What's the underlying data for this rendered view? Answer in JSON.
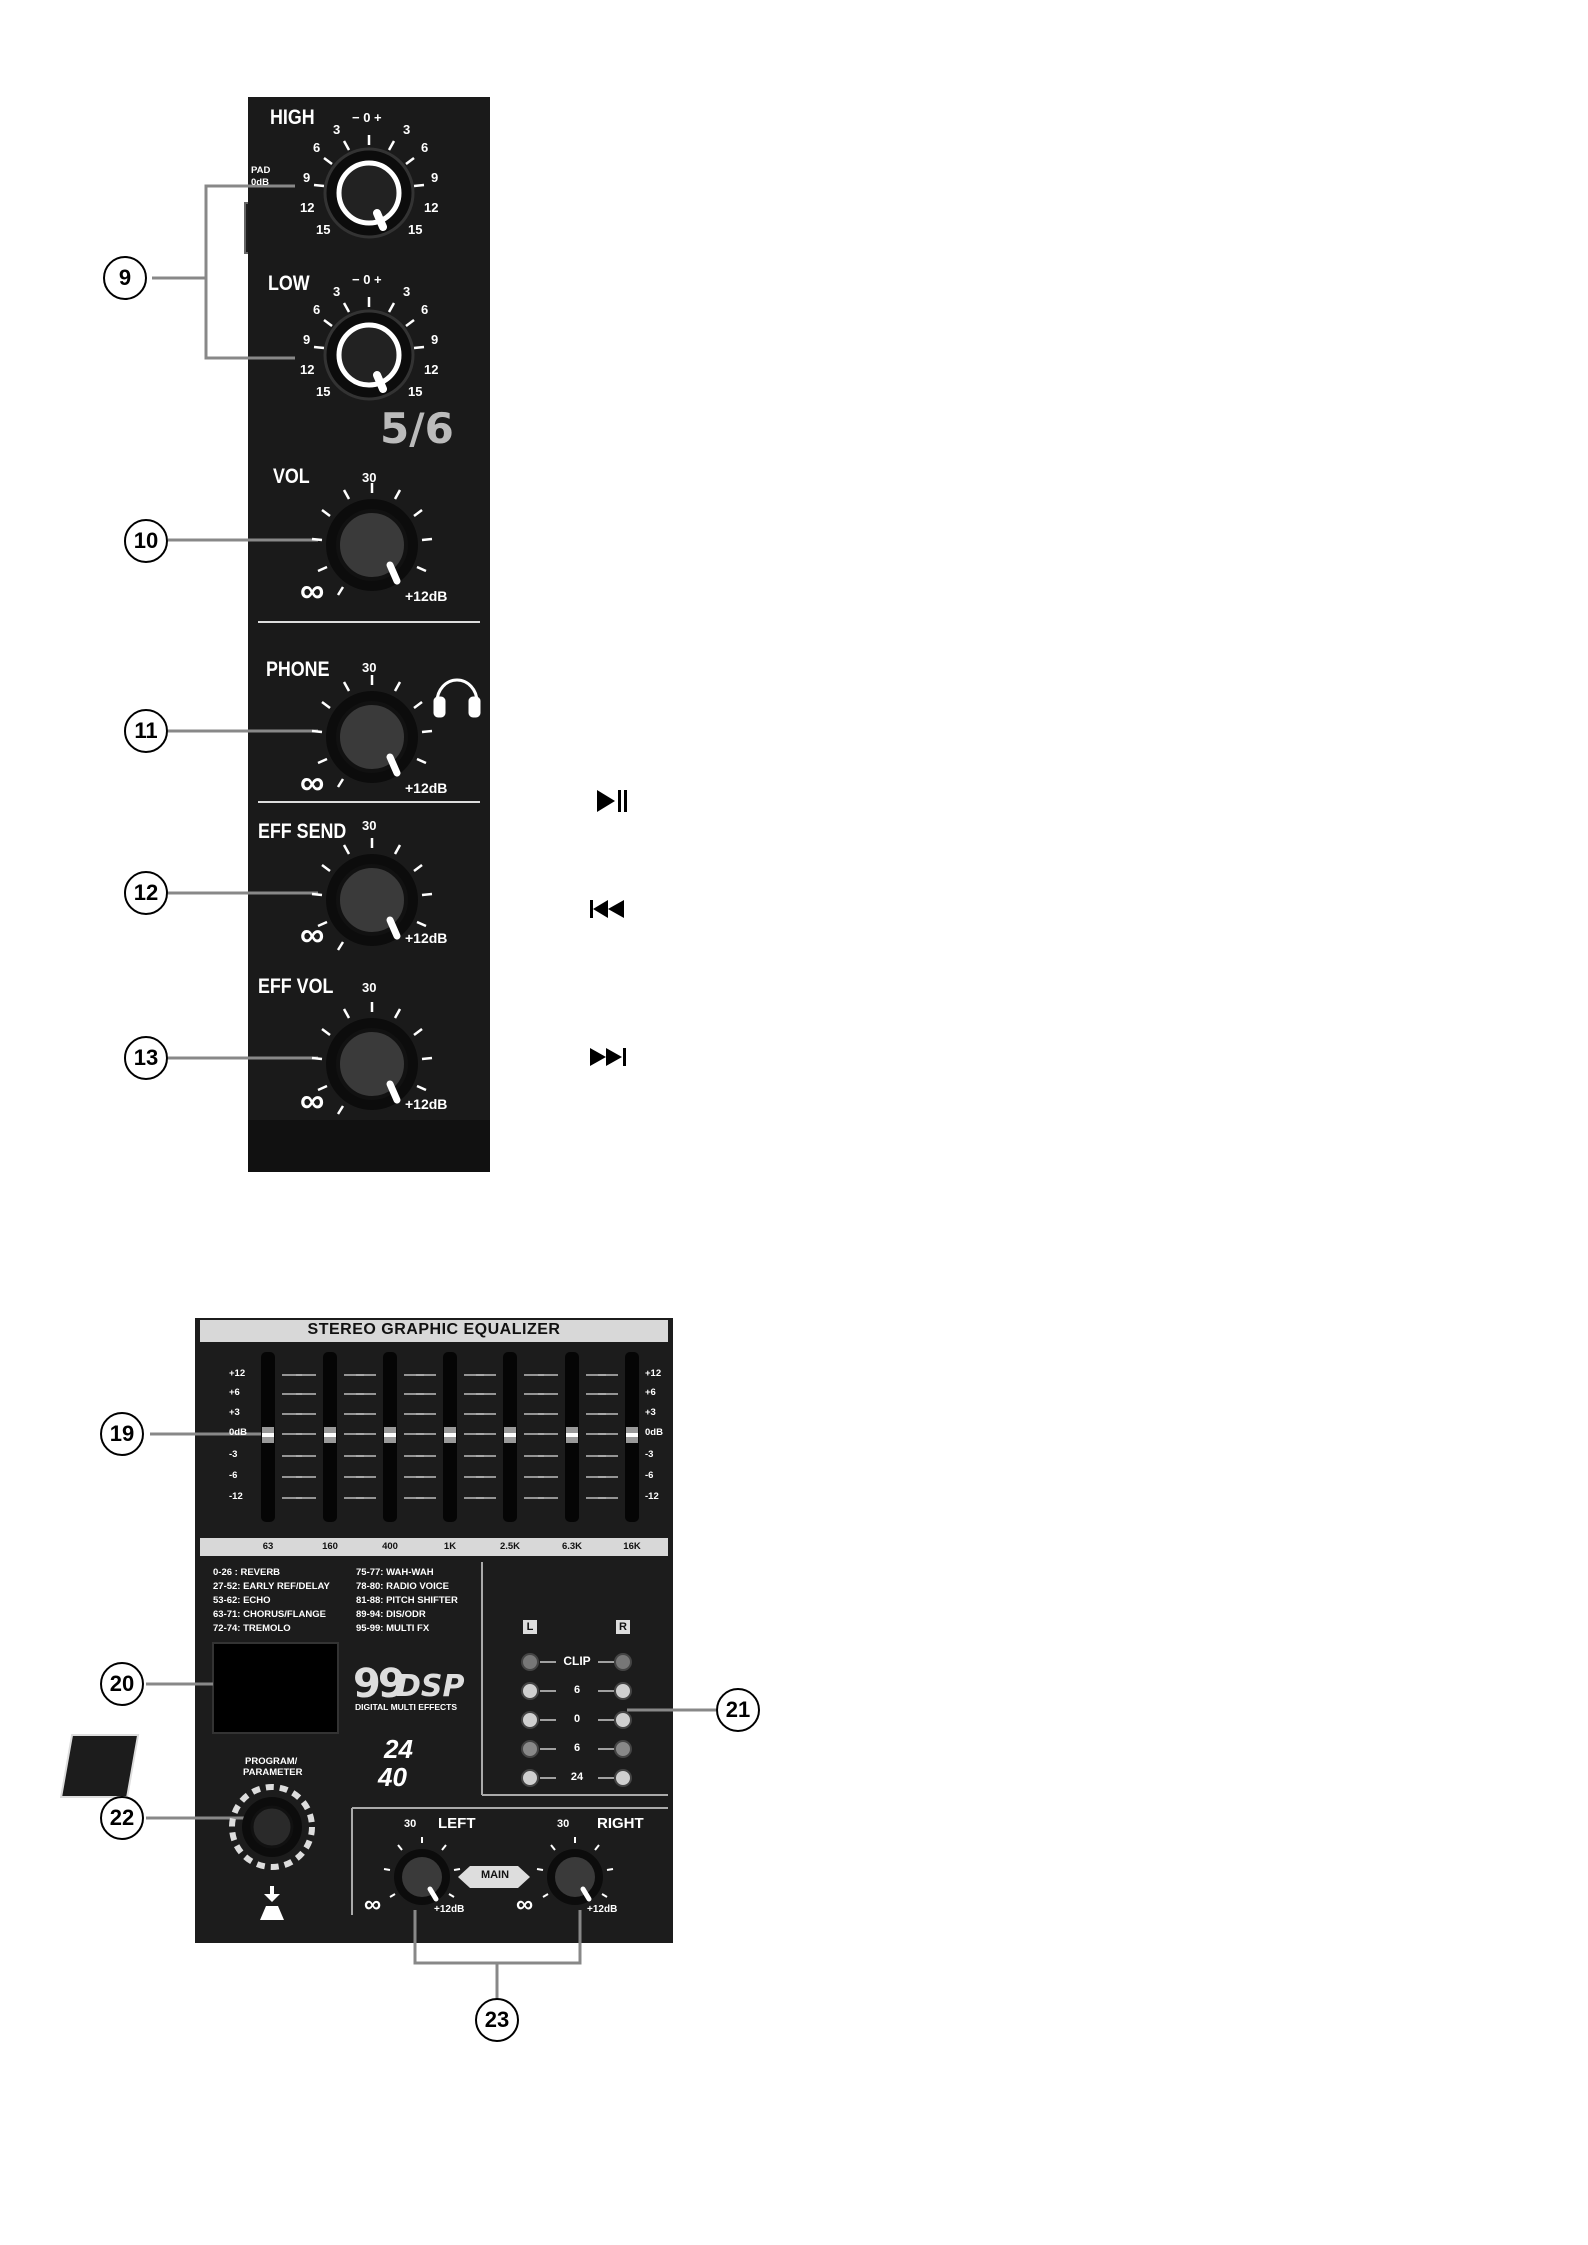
{
  "channel_strip": {
    "high_label": "HIGH",
    "low_label": "LOW",
    "pad_label_top": "PAD",
    "pad_label_bottom": "0dB",
    "eq_scale_top": "− 0 +",
    "eq_scale_3": "3",
    "eq_scale_6": "6",
    "eq_scale_9": "9",
    "eq_scale_12": "12",
    "eq_scale_15": "15",
    "channel_number": "5/6",
    "vol_label": "VOL",
    "phone_label": "PHONE",
    "eff_send_label": "EFF SEND",
    "eff_vol_label": "EFF VOL",
    "knob_top_value": "30",
    "knob_min": "∞",
    "knob_max": "+12dB"
  },
  "callouts": {
    "c9": "9",
    "c10": "10",
    "c11": "11",
    "c12": "12",
    "c13": "13",
    "c19": "19",
    "c20": "20",
    "c21": "21",
    "c22": "22",
    "c23": "23"
  },
  "media_icons": [
    {
      "name": "play-pause-icon",
      "glyph": "▶‖"
    },
    {
      "name": "previous-track-icon",
      "glyph": "⏮"
    },
    {
      "name": "next-track-icon",
      "glyph": "⏭"
    }
  ],
  "equalizer": {
    "title": "STEREO GRAPHIC EQUALIZER",
    "db_scale": [
      "+12",
      "+6",
      "+3",
      "0dB",
      "-3",
      "-6",
      "-12"
    ],
    "bands": [
      "63",
      "160",
      "400",
      "1K",
      "2.5K",
      "6.3K",
      "16K"
    ],
    "effects_left": [
      "0-26 : REVERB",
      "27-52: EARLY REF/DELAY",
      "53-62: ECHO",
      "63-71: CHORUS/FLANGE",
      "72-74: TREMOLO"
    ],
    "effects_right": [
      "75-77: WAH-WAH",
      "78-80: RADIO VOICE",
      "81-88: PITCH SHIFTER",
      "89-94: DIS/ODR",
      "95-99: MULTI FX"
    ],
    "dsp_logo_number": "99",
    "dsp_logo_text": "DSP",
    "dsp_subtitle": "DIGITAL MULTI EFFECTS",
    "bit_top": "24",
    "bit_bottom": "40",
    "meter_left_label": "L",
    "meter_right_label": "R",
    "meter_rows": [
      "CLIP",
      "6",
      "0",
      "6",
      "24"
    ],
    "program_label_1": "PROGRAM/",
    "program_label_2": "PARAMETER",
    "main_left_label": "LEFT",
    "main_right_label": "RIGHT",
    "main_label": "MAIN",
    "main_knob_top": "30",
    "main_knob_min": "∞",
    "main_knob_max": "+12dB"
  }
}
